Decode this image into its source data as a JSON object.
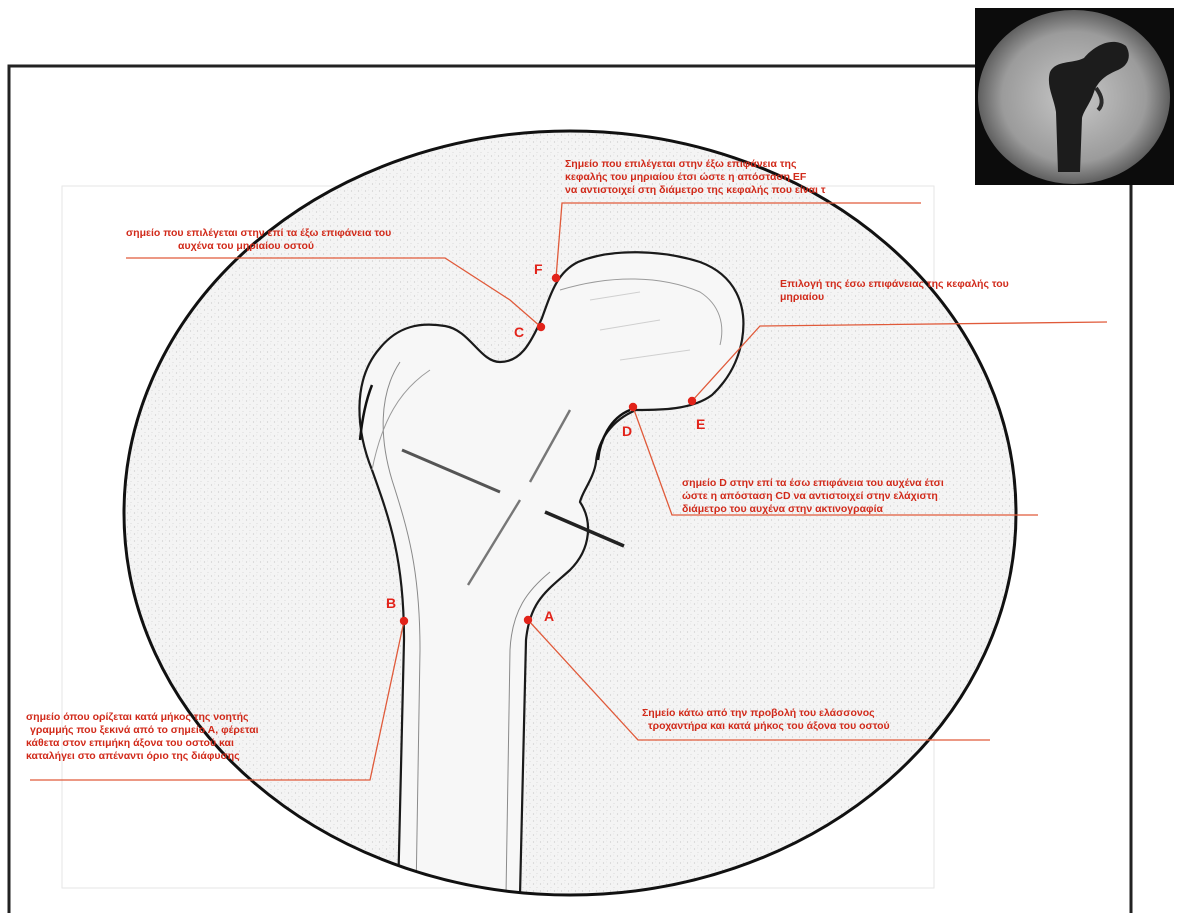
{
  "colors": {
    "annotation": "#d12a1a",
    "leader": "#e05a3a",
    "point": "#e2231a",
    "frame": "#222222"
  },
  "points": {
    "A": "A",
    "B": "B",
    "C": "C",
    "D": "D",
    "E": "E",
    "F": "F"
  },
  "annotations": {
    "F": [
      "Σημείο που επιλέγεται στην έξω επιφάνεια της",
      "κεφαλής του μηριαίου έτσι ώστε η απόσταση EF",
      "να αντιστοιχεί στη διάμετρο της κεφαλής που είναι τ"
    ],
    "C": [
      "σημείο που επιλέγεται στην επί τα έξω επιφάνεια του",
      "αυχένα του μηριαίου οστού"
    ],
    "E": [
      "Επιλογή της έσω επιφάνειας της κεφαλής του",
      "μηριαίου"
    ],
    "D": [
      "σημείο D στην επί τα έσω επιφάνεια του αυχένα έτσι",
      "ώστε η απόσταση CD να αντιστοιχεί στην ελάχιστη",
      "διάμετρο του αυχένα στην ακτινογραφία"
    ],
    "B": [
      "σημείο όπου ορίζεται κατά μήκος της νοητής",
      "γραμμής που ξεκινά από το σημείο Α, φέρεται",
      "κάθετα στον επιμήκη άξονα του οστού και",
      "καταλήγει στο απέναντι όριο της διάφυσης"
    ],
    "A": [
      "Σημείο κάτω από την προβολή του ελάσσονος",
      "τροχαντήρα και κατά μήκος του άξονα του οστού"
    ]
  },
  "icons": {
    "thumbnail": "xray-thumbnail-image",
    "sketch": "femur-sketch-image"
  }
}
